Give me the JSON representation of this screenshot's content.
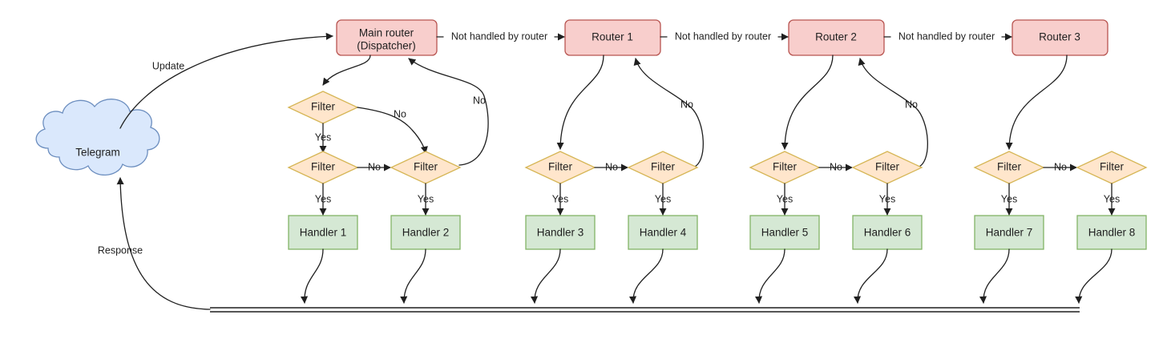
{
  "diagram": {
    "title": "Telegram bot update routing flow",
    "colors": {
      "router_fill": "#f8cecc",
      "router_stroke": "#b85450",
      "filter_fill": "#ffe6cc",
      "filter_stroke": "#d6b656",
      "handler_fill": "#d5e8d4",
      "handler_stroke": "#82b366",
      "cloud_fill": "#dae8fc",
      "cloud_stroke": "#6c8ebf",
      "line": "#1f1f1f",
      "background": "#ffffff"
    },
    "source": {
      "label": "Telegram",
      "shape": "cloud"
    },
    "routers": [
      {
        "id": "main-router",
        "line1": "Main router",
        "line2": "(Dispatcher)"
      },
      {
        "id": "router-1",
        "line1": "Router 1",
        "line2": ""
      },
      {
        "id": "router-2",
        "line1": "Router 2",
        "line2": ""
      },
      {
        "id": "router-3",
        "line1": "Router 3",
        "line2": ""
      }
    ],
    "filters": [
      {
        "id": "filter-a",
        "label": "Filter"
      },
      {
        "id": "filter-b",
        "label": "Filter"
      },
      {
        "id": "filter-c",
        "label": "Filter"
      },
      {
        "id": "filter-d",
        "label": "Filter"
      },
      {
        "id": "filter-e",
        "label": "Filter"
      },
      {
        "id": "filter-f",
        "label": "Filter"
      },
      {
        "id": "filter-g",
        "label": "Filter"
      },
      {
        "id": "filter-h",
        "label": "Filter"
      },
      {
        "id": "filter-i",
        "label": "Filter"
      }
    ],
    "handlers": [
      {
        "id": "handler-1",
        "label": "Handler 1"
      },
      {
        "id": "handler-2",
        "label": "Handler 2"
      },
      {
        "id": "handler-3",
        "label": "Handler 3"
      },
      {
        "id": "handler-4",
        "label": "Handler 4"
      },
      {
        "id": "handler-5",
        "label": "Handler 5"
      },
      {
        "id": "handler-6",
        "label": "Handler 6"
      },
      {
        "id": "handler-7",
        "label": "Handler 7"
      },
      {
        "id": "handler-8",
        "label": "Handler 8"
      }
    ],
    "edge_labels": {
      "update": "Update",
      "response": "Response",
      "not_handled_1": "Not handled by router",
      "not_handled_2": "Not handled by router",
      "not_handled_3": "Not handled by router",
      "yes": "Yes",
      "no": "No",
      "yes_a": "Yes",
      "yes_b": "Yes",
      "yes_c": "Yes",
      "yes_d": "Yes",
      "yes_e": "Yes",
      "yes_f": "Yes",
      "yes_g": "Yes",
      "yes_h": "Yes",
      "yes_i": "Yes",
      "no_main_top": "No",
      "no_main_mid": "No",
      "no_main_return": "No",
      "no_r1_mid": "No",
      "no_r1_return": "No",
      "no_r2_mid": "No",
      "no_r2_return": "No",
      "no_r3_mid": "No"
    }
  }
}
